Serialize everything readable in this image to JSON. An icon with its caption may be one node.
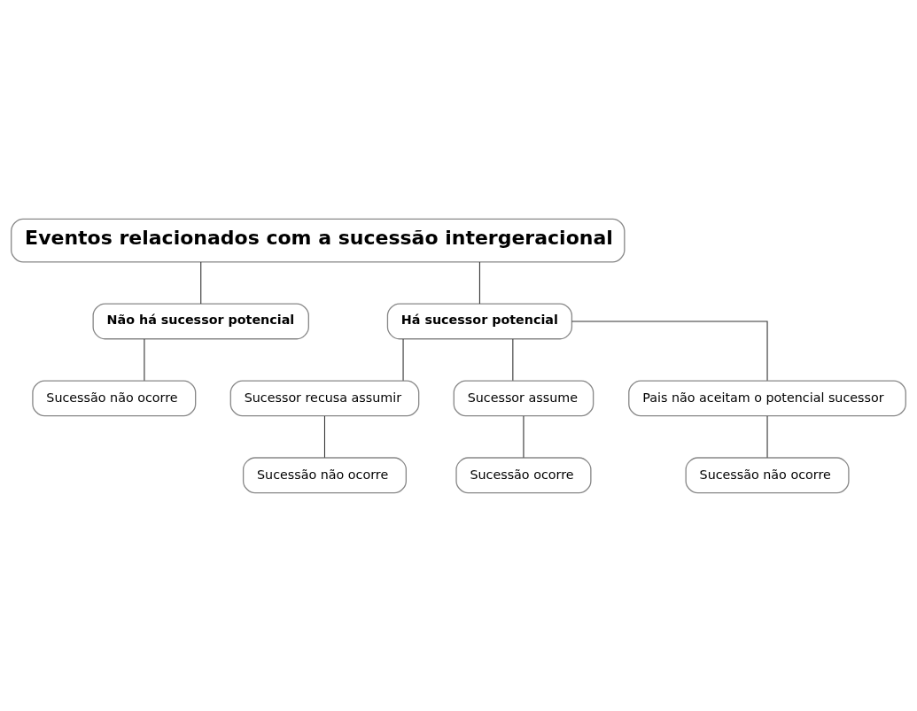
{
  "diagram": {
    "nodes": [
      {
        "text": [
          "Eventos relacionados com a sucessão intergeracional"
        ]
      },
      {
        "text": [
          "Não há sucessor potencial"
        ]
      },
      {
        "text": [
          "Há sucessor potencial"
        ]
      },
      {
        "text": [
          "Sucessão não ocorre"
        ]
      },
      {
        "text": [
          "Sucessor recusa assumir"
        ]
      },
      {
        "text": [
          "Sucessor assume"
        ]
      },
      {
        "text": [
          "Pais não aceitam o potencial sucessor"
        ]
      },
      {
        "text": [
          "Sucessão não ocorre"
        ]
      },
      {
        "text": [
          "Sucessão ocorre"
        ]
      },
      {
        "text": [
          "Sucessão não ocorre"
        ]
      }
    ],
    "edges": [
      {
        "from": 0,
        "to": 1,
        "arrow": "none"
      },
      {
        "from": 0,
        "to": 2,
        "arrow": "none"
      },
      {
        "from": 1,
        "to": 3,
        "arrow": "none"
      },
      {
        "from": 2,
        "to": 4,
        "arrow": "none"
      },
      {
        "from": 2,
        "to": 5,
        "arrow": "none"
      },
      {
        "from": 2,
        "to": 6,
        "arrow": "none"
      },
      {
        "from": 4,
        "to": 7,
        "arrow": "none"
      },
      {
        "from": 5,
        "to": 8,
        "arrow": "none"
      },
      {
        "from": 6,
        "to": 9,
        "arrow": "none"
      }
    ]
  }
}
